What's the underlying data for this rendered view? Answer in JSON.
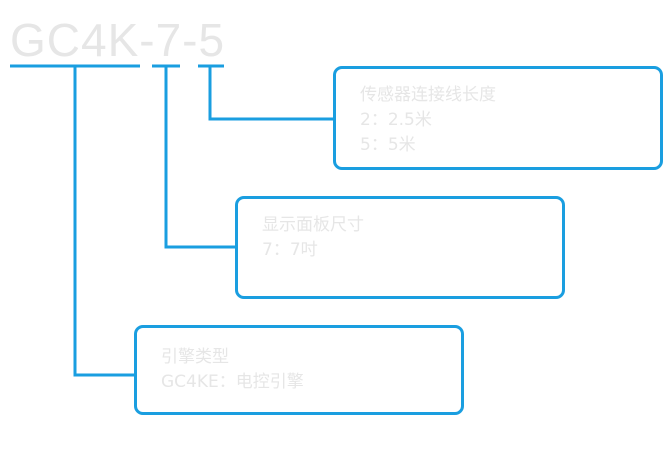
{
  "model_code": "GC4K-7-5",
  "boxes": {
    "cable_length": {
      "title": "传感器连接线长度",
      "options": [
        "2：2.5米",
        "5：5米"
      ]
    },
    "panel_size": {
      "title": "显示面板尺寸",
      "options": [
        "7：7吋"
      ]
    },
    "engine_type": {
      "title": "引擎类型",
      "options": [
        "GC4KE：电控引擎"
      ]
    }
  },
  "colors": {
    "line": "#1a9ee0",
    "text": "#e6e6e6",
    "background": "#ffffff"
  }
}
